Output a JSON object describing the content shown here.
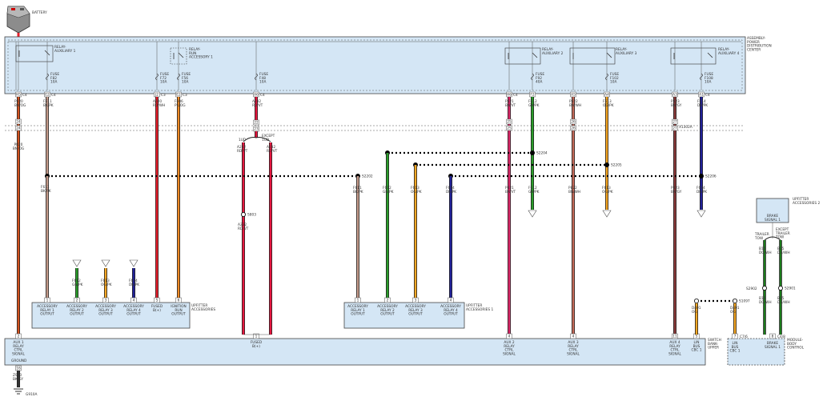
{
  "battery": {
    "label": "BATTERY"
  },
  "pdc": {
    "label": "ASSEMBLY-\nPOWER\nDISTRIBUTION\nCENTER"
  },
  "relays": [
    {
      "id": "r1",
      "label": "RELAY-\nAUXILIARY 1"
    },
    {
      "id": "r2",
      "label": "RELAY-\nRUN\nACCESSORY 1"
    },
    {
      "id": "r3",
      "label": "RELAY-\nAUXILIARY 2"
    },
    {
      "id": "r4",
      "label": "RELAY-\nAUXILIARY 3"
    },
    {
      "id": "r5",
      "label": "RELAY-\nAUXILIARY 4"
    }
  ],
  "fuses": [
    {
      "id": "f1",
      "label": "FUSE\nF82\n10A"
    },
    {
      "id": "f2",
      "label": "FUSE\nF72\n10A"
    },
    {
      "id": "f3",
      "label": "FUSE\nF56\n10A"
    },
    {
      "id": "f4",
      "label": "FUSE\nF48\n10A"
    },
    {
      "id": "f5",
      "label": "FUSE\nF92\n40A"
    },
    {
      "id": "f6",
      "label": "FUSE\nF102\n10A"
    },
    {
      "id": "f7",
      "label": "FUSE\nF108\n10A"
    }
  ],
  "pdc_pins": [
    {
      "id": "p1",
      "num": "H5",
      "conn": "C4"
    },
    {
      "id": "p2",
      "num": "E2",
      "conn": "C4"
    },
    {
      "id": "p3",
      "num": "J2",
      "conn": "C3"
    },
    {
      "id": "p4",
      "num": "E2",
      "conn": "C3"
    },
    {
      "id": "p5",
      "num": "A6",
      "conn": "C4"
    },
    {
      "id": "p6",
      "num": "H6",
      "conn": "C4"
    },
    {
      "id": "p7",
      "num": "F2",
      "conn": ""
    },
    {
      "id": "p8",
      "num": "A5",
      "conn": ""
    },
    {
      "id": "p9",
      "num": "A4",
      "conn": ""
    },
    {
      "id": "p10",
      "num": "A3",
      "conn": ""
    },
    {
      "id": "p11",
      "num": "A1",
      "conn": "C4"
    }
  ],
  "wire_labels": [
    {
      "id": "w1",
      "text": "P820\nBN/OG"
    },
    {
      "id": "w2",
      "text": "F611\nBK/PK"
    },
    {
      "id": "w3",
      "text": "A500\nRD/WH"
    },
    {
      "id": "w4",
      "text": "F606\nPK/OG"
    },
    {
      "id": "w5",
      "text": "A232\nRD/VT"
    },
    {
      "id": "w6",
      "text": "P821\nBN/VT"
    },
    {
      "id": "w7",
      "text": "F612\nGN/PK"
    },
    {
      "id": "w8",
      "text": "P822\nBN/WH"
    },
    {
      "id": "w9",
      "text": "F613\nOG/PK"
    },
    {
      "id": "w10",
      "text": "P823\nBN/GY"
    },
    {
      "id": "w11",
      "text": "F614\nDB/PK"
    },
    {
      "id": "w12",
      "text": "P820\nBN/OG"
    },
    {
      "id": "w13",
      "text": "A232\nRD/VT"
    },
    {
      "id": "w14",
      "text": "A232\nRD/VT"
    },
    {
      "id": "w15",
      "text": "A232\nRD/VT"
    },
    {
      "id": "w16",
      "text": "F611\nBK/PK"
    },
    {
      "id": "w17",
      "text": "F612\nGN/PK"
    },
    {
      "id": "w18",
      "text": "F613\nOG/PK"
    },
    {
      "id": "w19",
      "text": "F614\nDB/PK"
    },
    {
      "id": "w20",
      "text": "F611\nBK/PK"
    },
    {
      "id": "w21",
      "text": "F612\nGN/PK"
    },
    {
      "id": "w22",
      "text": "F613\nOG/PK"
    },
    {
      "id": "w23",
      "text": "F614\nDB/PK"
    },
    {
      "id": "w24",
      "text": "P821\nBN/VT"
    },
    {
      "id": "w25",
      "text": "F612\nGN/PK"
    },
    {
      "id": "w26",
      "text": "P822\nBN/WH"
    },
    {
      "id": "w27",
      "text": "F613\nOG/PK"
    },
    {
      "id": "w28",
      "text": "P823\nBN/GY"
    },
    {
      "id": "w29",
      "text": "F614\nDB/PK"
    },
    {
      "id": "w30",
      "text": "Z910\nBK/GY"
    },
    {
      "id": "w31",
      "text": "D401\nOG"
    },
    {
      "id": "w32",
      "text": "D401\nOG"
    },
    {
      "id": "w33",
      "text": "B15\nDG/WH"
    },
    {
      "id": "w34",
      "text": "B15\nDG/WH"
    },
    {
      "id": "w35",
      "text": "B15\nDG/WH"
    },
    {
      "id": "w36",
      "text": "B15\nDG/WH"
    }
  ],
  "splices": [
    {
      "id": "s1",
      "label": "S2202"
    },
    {
      "id": "s2",
      "label": "S2204"
    },
    {
      "id": "s3",
      "label": "S2205"
    },
    {
      "id": "s4",
      "label": "S2206"
    },
    {
      "id": "s5",
      "label": "S803"
    },
    {
      "id": "s6",
      "label": "S1097"
    },
    {
      "id": "s7",
      "label": "S2902"
    },
    {
      "id": "s8",
      "label": "S2901"
    }
  ],
  "inline_conn": {
    "label": "X1302A",
    "pins": [
      "24",
      "22",
      "23",
      "25",
      "26",
      "27"
    ]
  },
  "except_labels": [
    {
      "id": "e1",
      "text": "EXCEPT\n1UD"
    },
    {
      "id": "e2",
      "text": "1UD"
    },
    {
      "id": "e3",
      "text": "EXCEPT\nTRAILER\nTOW"
    },
    {
      "id": "e4",
      "text": "TRAILER\nTOW"
    }
  ],
  "upfitter1": {
    "title": "UPFITTER\nACCESSORIES",
    "cells": [
      {
        "id": "u1",
        "label": "ACCESSORY\nRELAY 1\nOUTPUT",
        "pin": "1"
      },
      {
        "id": "u2",
        "label": "ACCESSORY\nRELAY 2\nOUTPUT",
        "pin": "2"
      },
      {
        "id": "u3",
        "label": "ACCESSORY\nRELAY 3\nOUTPUT",
        "pin": "3"
      },
      {
        "id": "u4",
        "label": "ACCESSORY\nRELAY 4\nOUTPUT",
        "pin": "4"
      },
      {
        "id": "u5",
        "label": "FUSED\nB(+)",
        "pin": "5"
      },
      {
        "id": "u6",
        "label": "IGNITION\nRUN\nOUTPUT",
        "pin": "6"
      }
    ]
  },
  "upfitter2": {
    "title": "UPFITTER\nACCESSORIES 1",
    "cells": [
      {
        "id": "v1",
        "label": "ACCESSORY\nRELAY 1\nOUTPUT",
        "pin": "1"
      },
      {
        "id": "v2",
        "label": "ACCESSORY\nRELAY 2\nOUTPUT",
        "pin": "2"
      },
      {
        "id": "v3",
        "label": "ACCESSORY\nRELAY 3\nOUTPUT",
        "pin": "3"
      },
      {
        "id": "v4",
        "label": "ACCESSORY\nRELAY 4\nOUTPUT",
        "pin": "4"
      }
    ]
  },
  "upfitter3": {
    "title": "UPFITTER\nACCESSORIES 2",
    "cell": "BRAKE\nSIGNAL 1"
  },
  "switch_bank": {
    "title": "SWITCH\nBANK-\nUPPER",
    "ground": "GROUND",
    "cells": [
      {
        "id": "sb1",
        "label": "AUX 1\nRELAY\nCTRL\nSIGNAL",
        "pin": "2"
      },
      {
        "id": "sb2",
        "label": "FUSED\nB(+)",
        "pin": "1"
      },
      {
        "id": "sb3",
        "label": "AUX 2\nRELAY\nCTRL\nSIGNAL",
        "pin": "4"
      },
      {
        "id": "sb4",
        "label": "AUX 3\nRELAY\nCTRL\nSIGNAL",
        "pin": "4"
      },
      {
        "id": "sb5",
        "label": "AUX 4\nRELAY\nCTRL\nSIGNAL",
        "pin": "11"
      },
      {
        "id": "sb6",
        "label": "LIN\nBUS\nCBC 1",
        "pin": "5"
      }
    ]
  },
  "bcm": {
    "title": "MODULE-\nBODY\nCONTROL",
    "conn1": "C7/6",
    "conn2": "C4/8",
    "cells": [
      {
        "id": "bc1",
        "label": "LIN\nBUS\nCBC 1"
      },
      {
        "id": "bc2",
        "label": "BRAKE\nSIGNAL 1"
      }
    ]
  },
  "ground": {
    "label": "G910A",
    "pin": "16"
  },
  "colors": {
    "box": "#d4e6f5",
    "bn_og": "#d2521f",
    "bk_pk": "#c49a8a",
    "rd_wh": "#e8202c",
    "pk_og": "#f08a24",
    "rd_vt": "#e5173f",
    "bn_vt": "#dd2a6a",
    "gn_pk": "#2a9d2a",
    "bn_wh": "#c46a5a",
    "og_pk": "#f5a623",
    "bn_gy": "#8a3a3a",
    "db_pk": "#22229a",
    "dg_wh": "#1a7a1a",
    "og": "#f5a623",
    "bk_gy": "#333"
  }
}
